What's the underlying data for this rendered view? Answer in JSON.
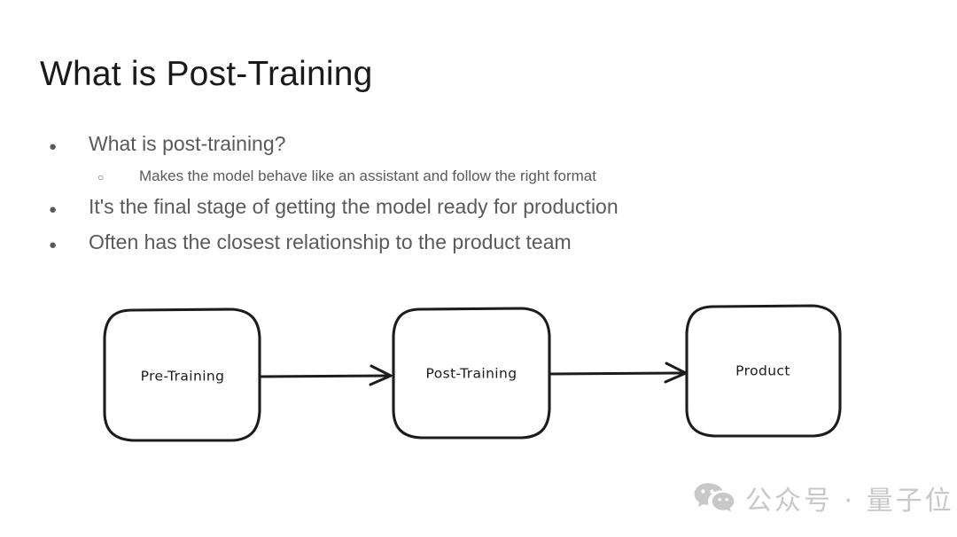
{
  "slide": {
    "title": "What is Post-Training",
    "background_color": "#ffffff",
    "title_color": "#1a1a1a",
    "body_color": "#5a5a5a"
  },
  "bullets": [
    {
      "level": 1,
      "marker": "●",
      "text": "What is post-training?"
    },
    {
      "level": 2,
      "marker": "○",
      "text": "Makes the model behave like an assistant and follow the right format"
    },
    {
      "level": 1,
      "marker": "●",
      "text": "It's the final stage of getting the model ready for production"
    },
    {
      "level": 1,
      "marker": "●",
      "text": "Often has the closest relationship to the product team"
    }
  ],
  "diagram": {
    "type": "flowchart",
    "stroke_color": "#1c1c1c",
    "fill_color": "#ffffff",
    "nodes": [
      {
        "id": "pre-training",
        "label": "Pre-Training"
      },
      {
        "id": "post-training",
        "label": "Post-Training"
      },
      {
        "id": "product",
        "label": "Product"
      }
    ],
    "edges": [
      {
        "from": "pre-training",
        "to": "post-training"
      },
      {
        "from": "post-training",
        "to": "product"
      }
    ]
  },
  "watermark": {
    "icon": "wechat-icon",
    "text": "公众号 · 量子位",
    "color": "#c8c8c8"
  }
}
